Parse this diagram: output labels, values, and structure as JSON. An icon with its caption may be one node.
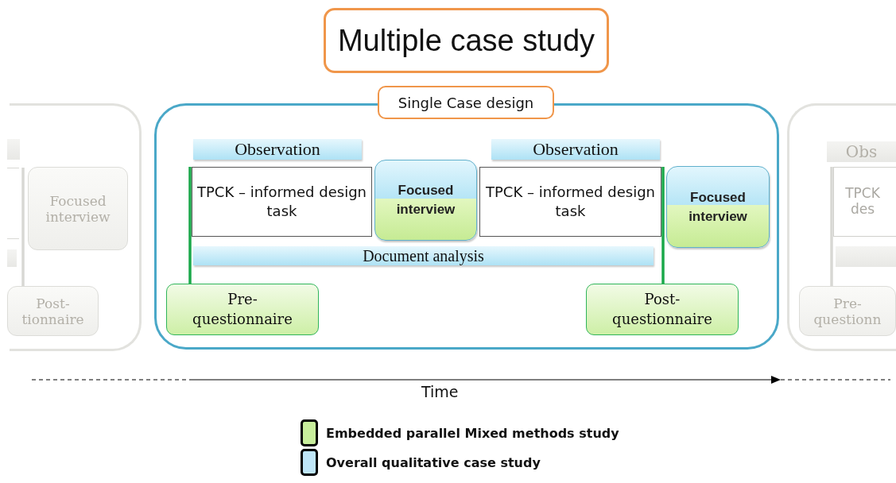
{
  "diagram": {
    "title": "Multiple case study",
    "nodes": [
      {
        "text": [],
        "shape": "box"
      },
      {
        "text": [
          "Focused interview"
        ],
        "in": 0
      },
      {
        "text": [
          "Post- tionnaire"
        ],
        "in": 0
      },
      {
        "text": [
          "Single Case design"
        ]
      },
      {
        "text": [],
        "shape": "box"
      },
      {
        "text": [
          "Observation"
        ],
        "in": 4
      },
      {
        "text": [
          "TPCK – informed design task"
        ],
        "in": 4
      },
      {
        "text": [
          "Focused interview"
        ],
        "in": 4
      },
      {
        "text": [
          "Observation"
        ],
        "in": 4
      },
      {
        "text": [
          "TPCK – informed design task"
        ],
        "in": 4
      },
      {
        "text": [
          "Focused interview"
        ],
        "in": 4
      },
      {
        "text": [
          "Document analysis"
        ],
        "in": 4
      },
      {
        "text": [
          "Pre- questionnaire"
        ],
        "in": 4
      },
      {
        "text": [
          "Post- questionnaire"
        ],
        "in": 4
      },
      {
        "text": [],
        "shape": "box"
      },
      {
        "text": [
          "Obs"
        ],
        "in": 14
      },
      {
        "text": [
          "TPCK des"
        ],
        "in": 14
      },
      {
        "text": [
          "Pre- questionn"
        ],
        "in": 14
      },
      {
        "text": [],
        "shape": "bar",
        "in": 0
      },
      {
        "text": [],
        "shape": "bar",
        "in": 0
      },
      {
        "text": [],
        "shape": "bar",
        "in": 14
      },
      {
        "text": [],
        "shape": "box",
        "in": 0
      }
    ],
    "edges": [
      {
        "from": 2,
        "to": 21,
        "arrow": "none",
        "color": "#d8d8d4"
      },
      {
        "from": 12,
        "to": 6,
        "arrow": "none",
        "color": "#1aa84a"
      },
      {
        "from": 13,
        "to": 9,
        "arrow": "none",
        "color": "#1aa84a"
      },
      {
        "from": 17,
        "to": 16,
        "arrow": "none",
        "color": "#d8d8d4"
      }
    ],
    "labels": [
      "Time"
    ],
    "legend": [
      {
        "text": "Embedded parallel Mixed methods study",
        "color": "#c8ee9c"
      },
      {
        "text": "Overall qualitative case study",
        "color": "#bfe6f8"
      }
    ]
  }
}
